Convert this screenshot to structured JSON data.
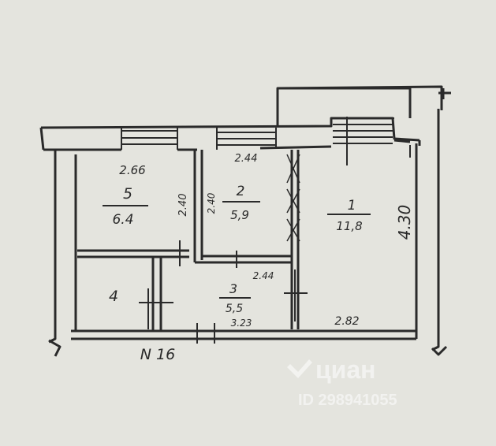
{
  "plan": {
    "apartment_label": "N 16",
    "rooms": [
      {
        "number": "1",
        "area": "11,8"
      },
      {
        "number": "2",
        "area": "5,9"
      },
      {
        "number": "3",
        "area": "5,5"
      },
      {
        "number": "4"
      },
      {
        "number": "5",
        "area": "6.4"
      }
    ],
    "dimensions": {
      "room5_top": "2.66",
      "room5_right": "2.40",
      "room2_top": "2.44",
      "room2_left": "2.40",
      "room3_top": "2.44",
      "room3_bottom": "3.23",
      "room1_bottom": "2.82",
      "room1_right": "4.30"
    }
  },
  "watermark": {
    "brand": "циан",
    "id_text": "ID 298941055"
  },
  "colors": {
    "paper": "#e9e8e3",
    "ink": "#2a2a2a",
    "watermark": "#ffffff"
  }
}
